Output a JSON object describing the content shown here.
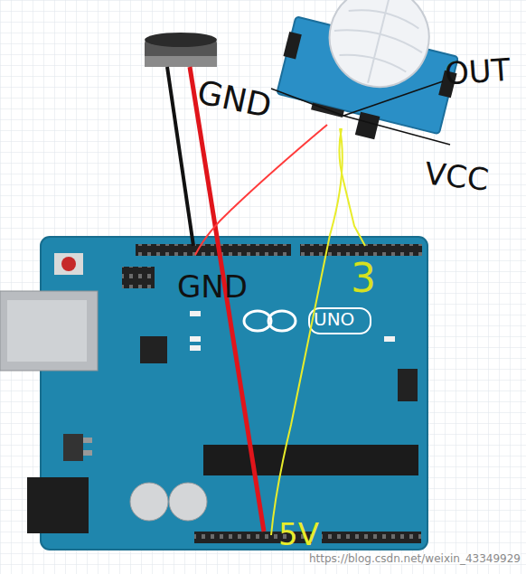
{
  "diagram": {
    "labels": [
      "GND",
      "OUT",
      "VCC",
      "GND",
      "3",
      "5V",
      "UNO",
      "https://blog.csdn.net/weixin_43349929"
    ]
  }
}
